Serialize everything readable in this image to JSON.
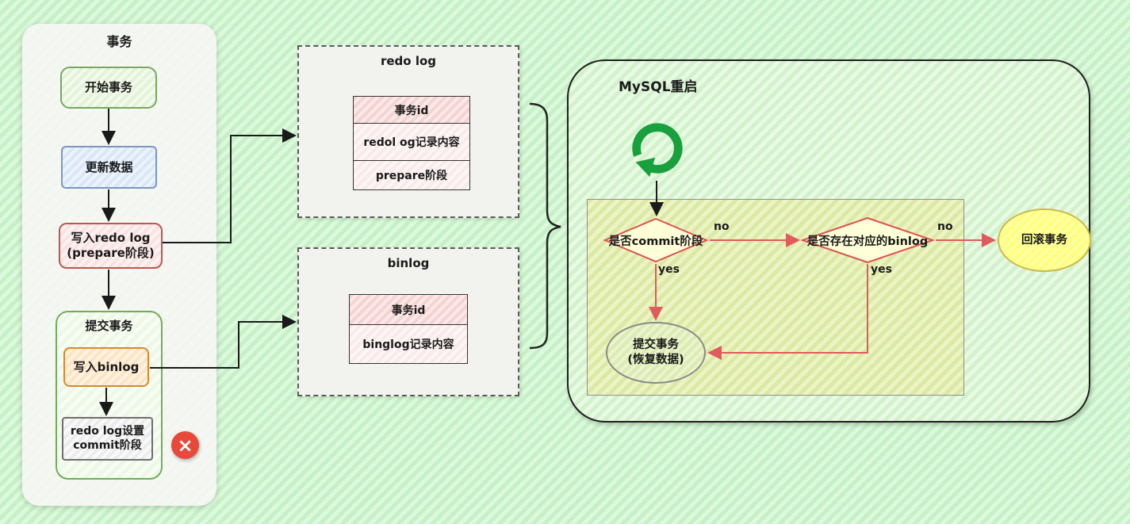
{
  "transaction_panel": {
    "title": "事务",
    "begin": "开始事务",
    "update": "更新数据",
    "write_redo_line1": "写入redo log",
    "write_redo_line2": "(prepare阶段)",
    "commit_group_label": "提交事务",
    "write_binlog": "写入binlog",
    "redo_commit_line1": "redo log设置",
    "redo_commit_line2": "commit阶段",
    "error_icon_glyph": "×"
  },
  "redo_log_box": {
    "title": "redo log",
    "rows": [
      "事务id",
      "redol og记录内容",
      "prepare阶段"
    ]
  },
  "binlog_box": {
    "title": "binlog",
    "rows": [
      "事务id",
      "binglog记录内容"
    ]
  },
  "mysql_restart": {
    "title": "MySQL重启",
    "restart_icon": "restart-circular-arrow-icon",
    "decision_commit": "是否commit阶段",
    "decision_binlog": "是否存在对应的binlog",
    "rollback": "回滚事务",
    "commit_line1": "提交事务",
    "commit_line2": "(恢复数据)",
    "label_no_1": "no",
    "label_yes_1": "yes",
    "label_no_2": "no",
    "label_yes_2": "yes"
  },
  "colors": {
    "background_green": "#cdf3cd",
    "arrow_red": "#e05c5c",
    "restart_green": "#18a03c",
    "diamond_border": "#e04f4f",
    "error_red": "#e8493a"
  }
}
